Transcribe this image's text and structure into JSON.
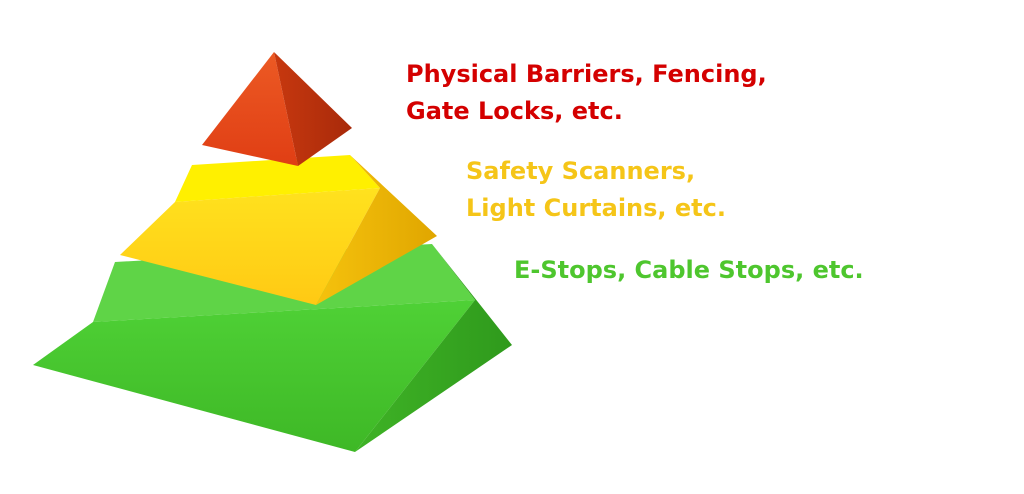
{
  "tiers": [
    {
      "id": "top",
      "lines": [
        "Physical Barriers, Fencing,",
        "Gate Locks, etc."
      ],
      "color": "#d40000"
    },
    {
      "id": "middle",
      "lines": [
        "Safety Scanners,",
        "Light Curtains, etc."
      ],
      "color": "#f5c518"
    },
    {
      "id": "bottom",
      "lines": [
        "E-Stops, Cable Stops, etc."
      ],
      "color": "#4ec62e"
    }
  ],
  "colors": {
    "red_light": "#e8451e",
    "red_dark": "#b8300f",
    "yellow_top": "#fff000",
    "yellow_front": "#ffd21a",
    "yellow_side": "#f0b800",
    "green_top": "#62d84a",
    "green_front": "#47c42e",
    "green_side": "#35a91f"
  }
}
